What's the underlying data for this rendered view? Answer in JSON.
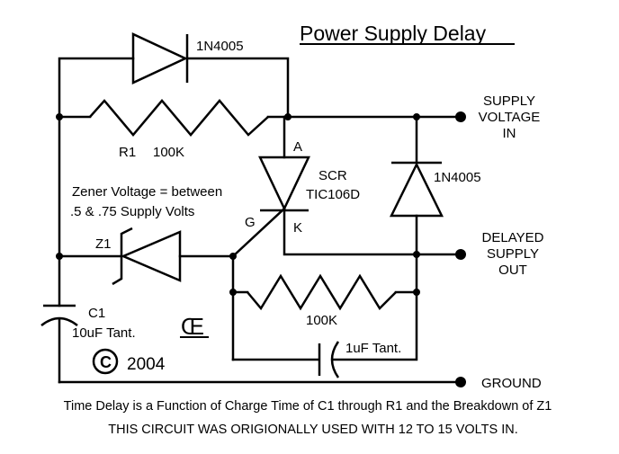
{
  "title": "Power Supply Delay",
  "terminals": {
    "supply_in": [
      "SUPPLY",
      "VOLTAGE",
      "IN"
    ],
    "delayed_out": [
      "DELAYED",
      "SUPPLY",
      "OUT"
    ],
    "ground": "GROUND"
  },
  "components": {
    "top_diode": "1N4005",
    "r1_ref": "R1",
    "r1_value": "100K",
    "scr_anode": "A",
    "scr_name": "SCR",
    "scr_part": "TIC106D",
    "scr_gate": "G",
    "scr_cathode": "K",
    "right_diode": "1N4005",
    "zener_note": [
      "Zener Voltage = between",
      ".5 & .75 Supply Volts"
    ],
    "zener_ref": "Z1",
    "c1_ref": "C1",
    "c1_value": "10uF Tant.",
    "gate_resistor": "100K",
    "gate_cap": "1uF Tant."
  },
  "logo_glyph": "Œ",
  "copyright": "2004",
  "footer": [
    "Time Delay is a Function of Charge Time of C1 through R1 and the Breakdown of Z1",
    "THIS CIRCUIT WAS ORIGIONALLY USED WITH 12 TO 15 VOLTS  IN."
  ]
}
